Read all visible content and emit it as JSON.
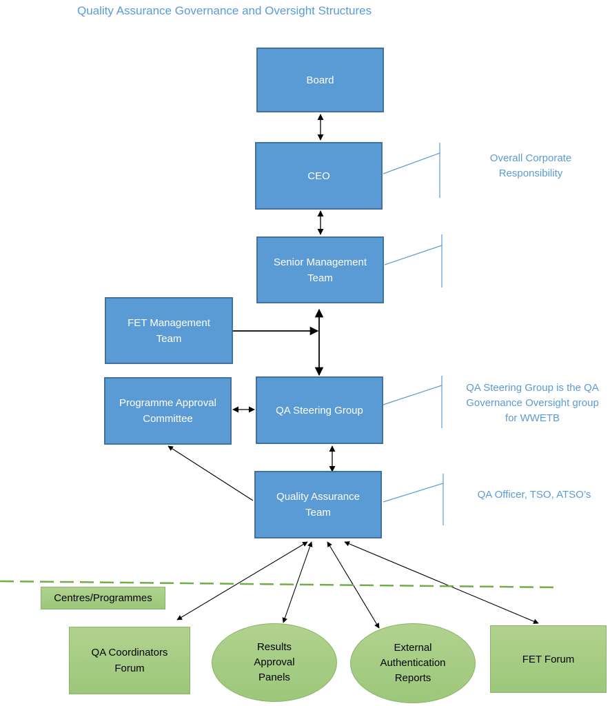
{
  "title": "Quality Assurance Governance and Oversight Structures",
  "nodes": {
    "board": "Board",
    "ceo": "CEO",
    "smt": "Senior Management\nTeam",
    "fet_mgmt": "FET Management\nTeam",
    "prog_approval": "Programme Approval\nCommittee",
    "qa_steering": "QA Steering Group",
    "qa_team": "Quality Assurance\nTeam",
    "centres": "Centres/Programmes",
    "qa_coordinators": "QA Coordinators\nForum",
    "results_panels": "Results\nApproval\nPanels",
    "ext_auth": "External\nAuthentication\nReports",
    "fet_forum": "FET Forum"
  },
  "notes": {
    "ceo": "Overall Corporate\nResponsibility",
    "qa_steering": "QA Steering Group is the QA\nGovernance Oversight group\nfor WWETB",
    "qa_team": "QA Officer, TSO, ATSO’s"
  },
  "colors": {
    "box_fill": "#5b9bd5",
    "box_border": "#41719c",
    "green_fill": "#a9d18e",
    "dashed_line": "#70ad47",
    "note_text": "#5b9bd5"
  }
}
